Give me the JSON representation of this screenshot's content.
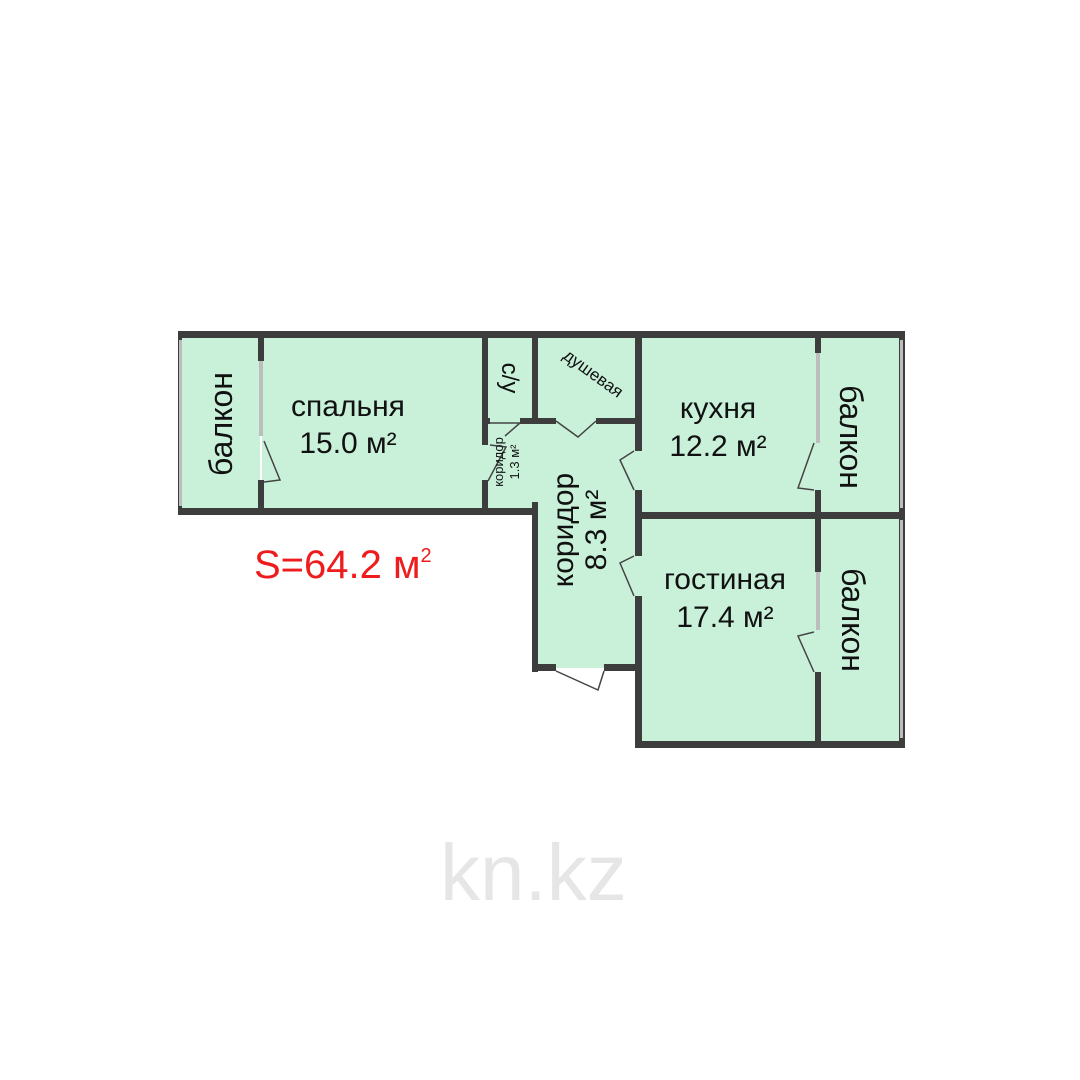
{
  "plan": {
    "total_area": "S=64.2 м",
    "total_area_sup": "2",
    "watermark": "kn.kz",
    "colors": {
      "room_fill": "#c9f1da",
      "wall": "#3d3d3d",
      "total_area_text": "#ee1c1c"
    },
    "rooms": {
      "balcony_left": {
        "name": "балкон"
      },
      "bedroom": {
        "name": "спальня",
        "area": "15.0 м²"
      },
      "wc": {
        "name": "с/у"
      },
      "shower": {
        "name": "душевая"
      },
      "corridor_small": {
        "name": "коридор",
        "area": "1.3 м²"
      },
      "corridor": {
        "name": "коридор",
        "area": "8.3 м²"
      },
      "kitchen": {
        "name": "кухня",
        "area": "12.2 м²"
      },
      "balcony_kitchen": {
        "name": "балкон"
      },
      "living": {
        "name": "гостиная",
        "area": "17.4 м²"
      },
      "balcony_living": {
        "name": "балкон"
      }
    }
  }
}
